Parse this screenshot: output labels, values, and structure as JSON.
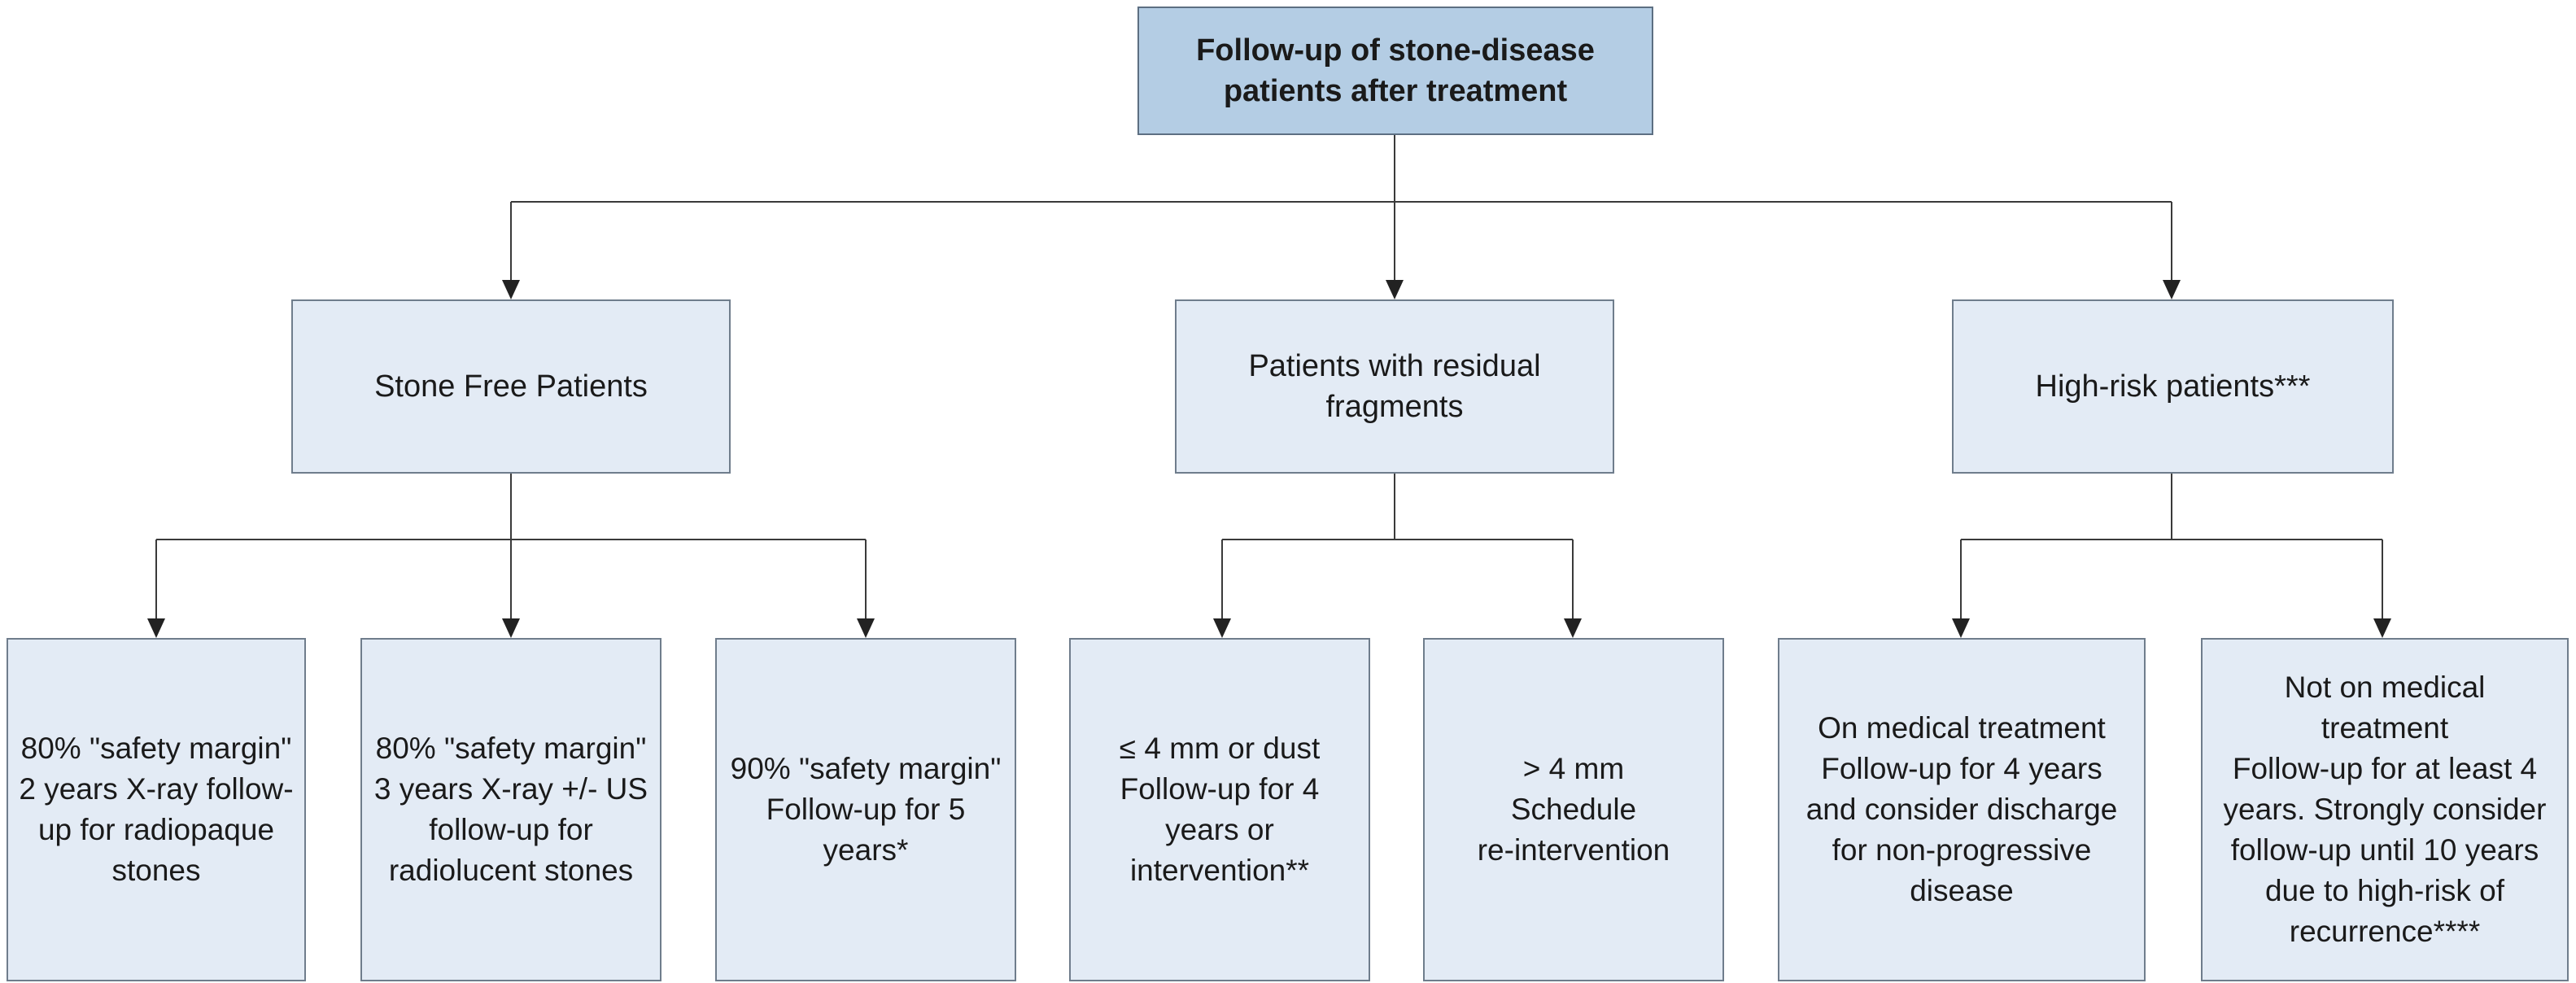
{
  "root": {
    "label": "Follow-up of stone-disease\npatients after treatment"
  },
  "categories": {
    "stone_free": {
      "label": "Stone Free Patients"
    },
    "residual": {
      "label": "Patients with residual\nfragments"
    },
    "high_risk": {
      "label": "High-risk patients***"
    }
  },
  "outcomes": {
    "radiopaque": {
      "label": "80% \"safety margin\"\n2 years X-ray follow-\nup for radiopaque\nstones"
    },
    "radiolucent": {
      "label": "80% \"safety margin\"\n3 years X-ray +/- US\nfollow-up for\nradiolucent stones"
    },
    "five_years": {
      "label": "90% \"safety margin\"\nFollow-up for 5\nyears*"
    },
    "small_fragments": {
      "label": "≤ 4 mm or dust\nFollow-up for 4\nyears or\nintervention**"
    },
    "large_fragments": {
      "label": "> 4 mm\nSchedule\nre-intervention"
    },
    "on_treatment": {
      "label": "On medical treatment\nFollow-up for 4 years\nand consider discharge\nfor non-progressive\ndisease"
    },
    "not_on_treatment": {
      "label": "Not on medical\ntreatment\nFollow-up for at least 4\nyears. Strongly consider\nfollow-up until 10 years\ndue to high-risk of\nrecurrence****"
    }
  },
  "colors": {
    "root_fill": "#b4cde4",
    "box_fill": "#e3ebf5",
    "border": "#6f7d8c",
    "connector": "#3a3a3a"
  }
}
